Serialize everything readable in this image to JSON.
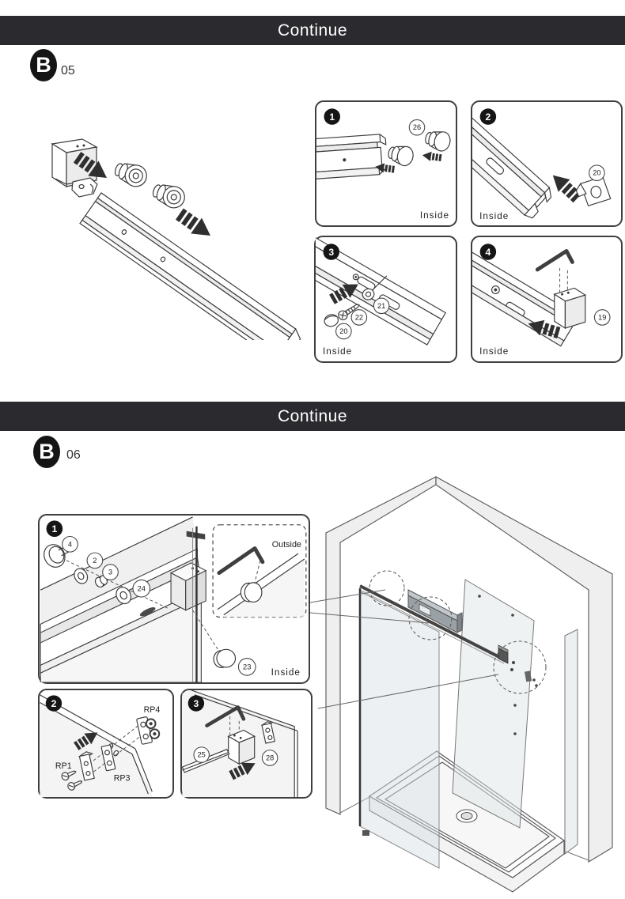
{
  "colors": {
    "page_bg": "#ffffff",
    "bar_bg": "#2b2b2f",
    "bar_text": "#ffffff",
    "line_ink": "#3c3c3c",
    "badge_bg": "#151515",
    "damper_gray": "#9aa1a6"
  },
  "bars": {
    "top_label": "Continue",
    "middle_label": "Continue"
  },
  "b05": {
    "badge_letter": "B",
    "badge_number": "05",
    "panel1": {
      "step": "1",
      "part26": "26",
      "inside_label": "Inside"
    },
    "panel2": {
      "step": "2",
      "part20": "20",
      "inside_label": "Inside"
    },
    "panel3": {
      "step": "3",
      "part21": "21",
      "part22": "22",
      "part20": "20",
      "inside_label": "Inside"
    },
    "panel4": {
      "step": "4",
      "part19": "19",
      "inside_label": "Inside"
    }
  },
  "b06": {
    "badge_letter": "B",
    "badge_number": "06",
    "panel1": {
      "step": "1",
      "part4": "4",
      "part2": "2",
      "part3": "3",
      "part24": "24",
      "part23": "23",
      "outside_label": "Outside",
      "inside_label": "Inside"
    },
    "panel2": {
      "step": "2",
      "rp4_label": "RP4",
      "rp1_label": "RP1",
      "rp3_label": "RP3"
    },
    "panel3": {
      "step": "3",
      "part25": "25",
      "part28": "28"
    }
  }
}
